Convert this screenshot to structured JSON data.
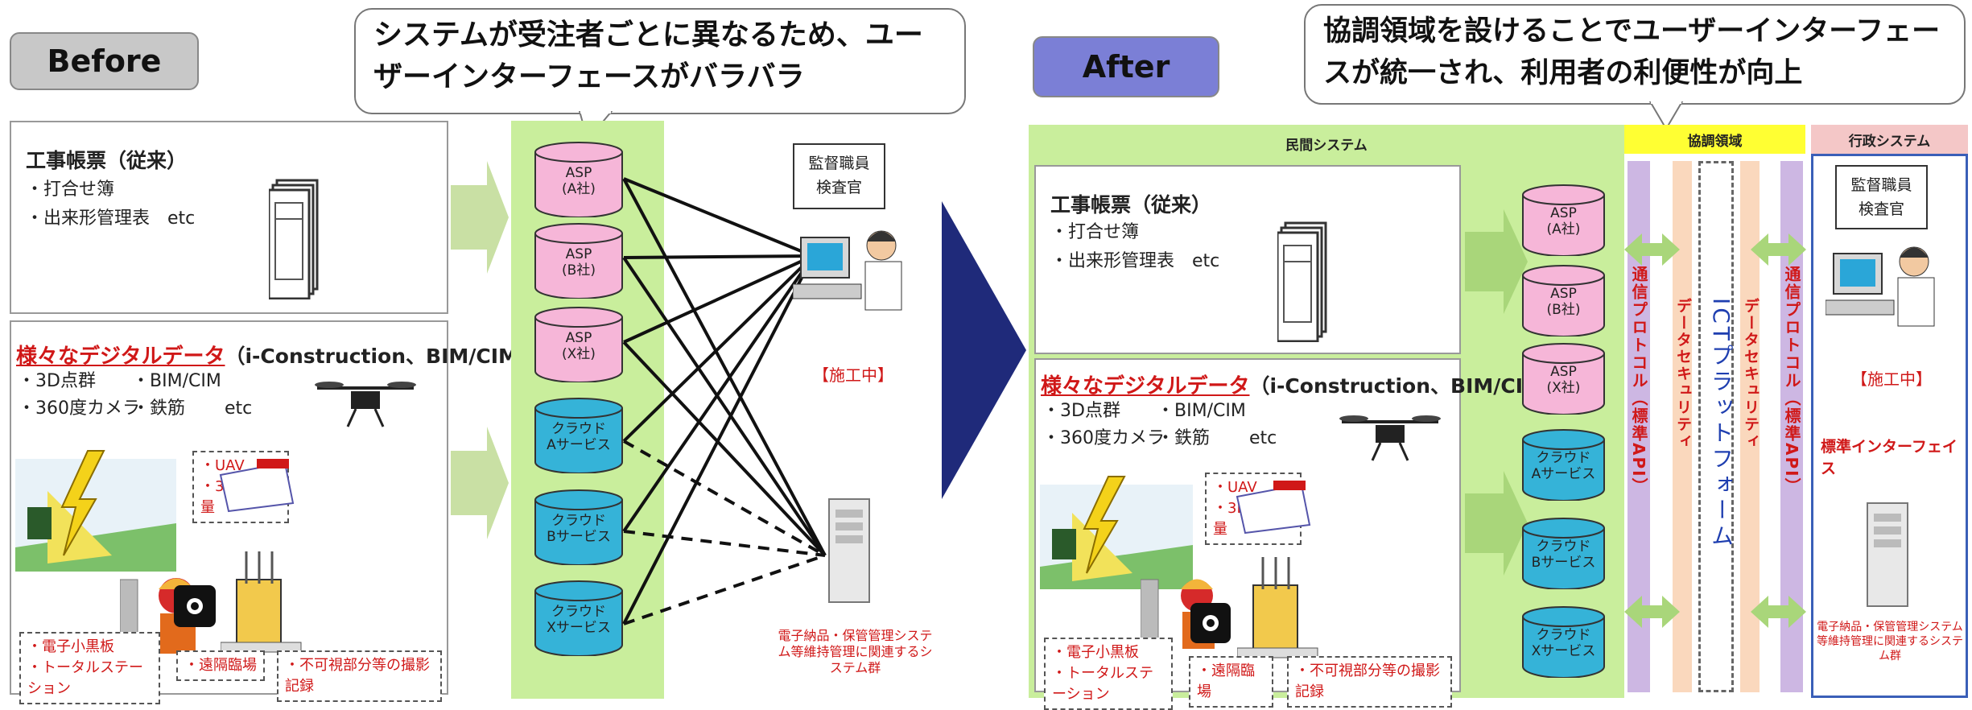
{
  "before_label": "Before",
  "after_label": "After",
  "callout_before": "システムが受注者ごとに異なるため、ユーザーインターフェースがバラバラ",
  "callout_after": "協調領域を設けることでユーザーインターフェースが統一され、利用者の利便性が向上",
  "docs": {
    "title": "工事帳票（従来）",
    "item1": "・打合せ簿",
    "item2": "・出来形管理表　etc"
  },
  "digital": {
    "title": "様々なデジタルデータ",
    "title_suffix": "（i-Construction、BIM/CIM等）",
    "row1a": "・3D点群",
    "row1b": "・BIM/CIM",
    "row2a": "・360度カメラ",
    "row2b": "・鉄筋",
    "row2c": "etc",
    "uav": "・UAV",
    "uav2": "・3D点群測量",
    "tag1a": "・電子小黒板",
    "tag1b": "・トータルステーション",
    "tag2": "・遠隔臨場",
    "tag3": "・不可視部分等の撮影記録"
  },
  "cylinders": [
    {
      "line1": "ASP",
      "line2": "(A社)",
      "color": "#f6b6d8"
    },
    {
      "line1": "ASP",
      "line2": "(B社)",
      "color": "#f6b6d8"
    },
    {
      "line1": "ASP",
      "line2": "(X社)",
      "color": "#f6b6d8"
    },
    {
      "line1": "クラウド",
      "line2": "Aサービス",
      "color": "#35b3d8"
    },
    {
      "line1": "クラウド",
      "line2": "Bサービス",
      "color": "#35b3d8"
    },
    {
      "line1": "クラウド",
      "line2": "Xサービス",
      "color": "#35b3d8"
    }
  ],
  "supervisor": {
    "line1": "監督職員",
    "line2": "検査官"
  },
  "construction": "【施工中】",
  "system_caption": "電子納品・保管管理システム等維持管理に関連するシステム群",
  "after_heads": {
    "private": "民間システム",
    "coop": "協調領域",
    "gov": "行政システム"
  },
  "vertical": {
    "protocol": "通信プロトコル（標準API）",
    "security": "データセキュリティ",
    "platform": "ICTプラットフォーム"
  },
  "standard_interface": "標準インターフェイス",
  "colors": {
    "green": "#c9ee9c",
    "pink": "#f6b6d8",
    "cyan": "#35b3d8",
    "navy": "#1f2a7a",
    "before_pill": "#c8c8c8",
    "after_pill": "#7b7fd6"
  }
}
